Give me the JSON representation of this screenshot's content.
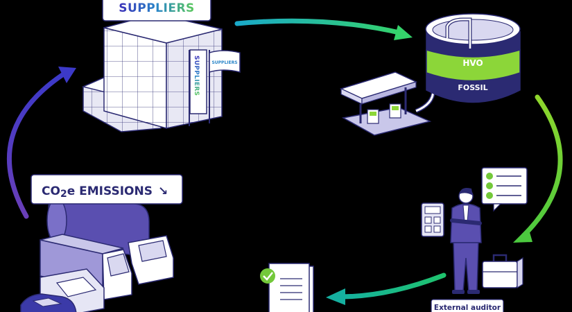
{
  "suppliers_banner": "SUPPLIERS",
  "flag_text": "SUPPLIERS",
  "flag_small_text": "SUPPLIERS",
  "tank": {
    "top_label": "HVO",
    "bottom_label": "FOSSIL"
  },
  "emissions": {
    "label_prefix": "CO",
    "label_sub": "2",
    "label_suffix": "e EMISSIONS",
    "arrow": "↘"
  },
  "auditor_label": "External auditor",
  "colors": {
    "outline": "#2b2a72",
    "white": "#ffffff",
    "light": "#e6e6f5",
    "purple": "#5a4fb0",
    "green": "#8cd639",
    "teal": "#1fc4a8",
    "check": "#73c83a"
  }
}
